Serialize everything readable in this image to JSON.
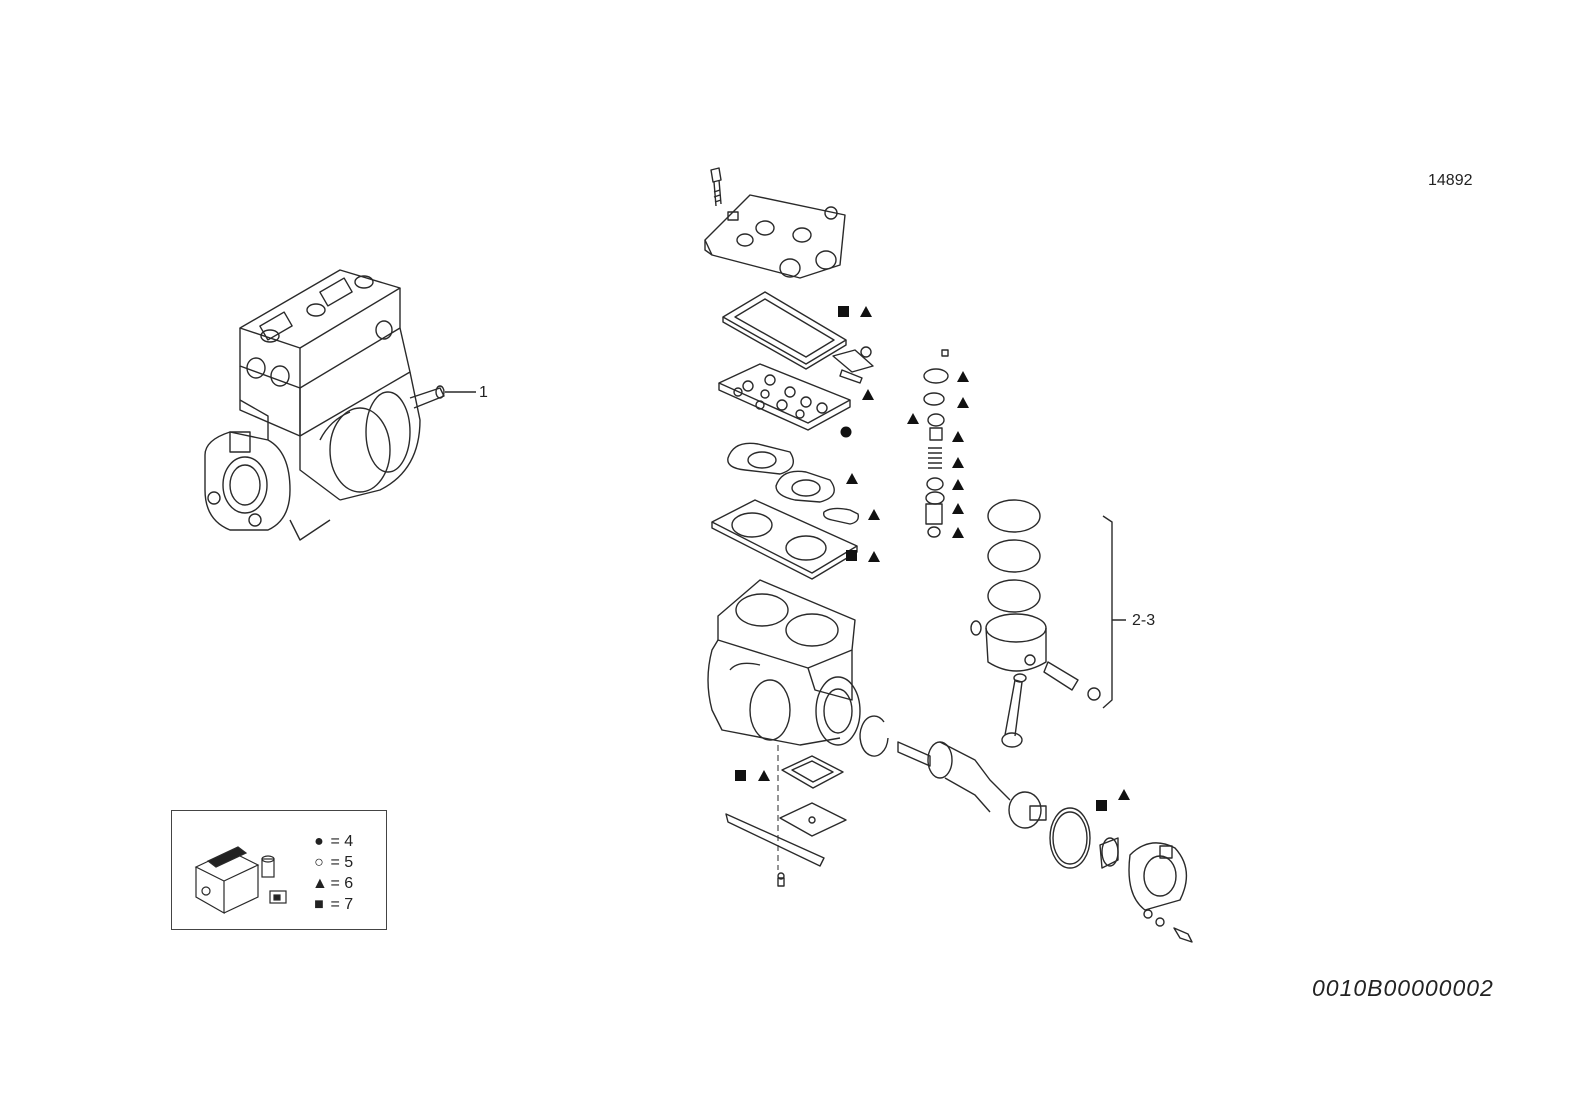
{
  "drawing_number": "14892",
  "document_code": "0010B00000002",
  "callouts": {
    "assembly": "1",
    "piston_group": "2-3"
  },
  "legend": [
    {
      "symbol": "●",
      "shape": "filled-circle",
      "label": "= 4"
    },
    {
      "symbol": "○",
      "shape": "open-circle",
      "label": "= 5"
    },
    {
      "symbol": "▲",
      "shape": "filled-triangle",
      "label": "= 6"
    },
    {
      "symbol": "■",
      "shape": "filled-square",
      "label": "= 7"
    }
  ],
  "colors": {
    "line": "#2a2a2a",
    "background": "#ffffff"
  }
}
